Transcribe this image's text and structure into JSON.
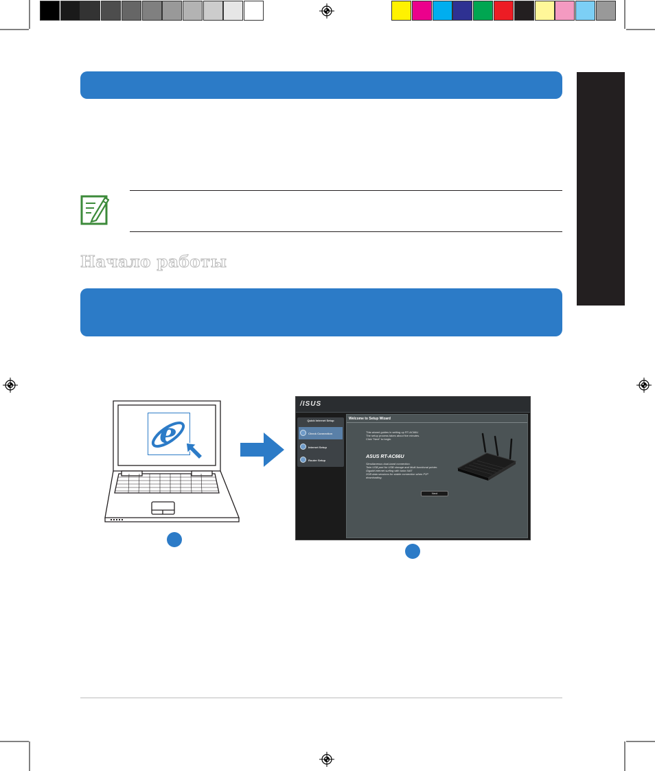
{
  "color_bar": {
    "grays": [
      "#000000",
      "#1a1a1a",
      "#333333",
      "#4d4d4d",
      "#666666",
      "#808080",
      "#999999",
      "#b3b3b3",
      "#cccccc",
      "#e6e6e6",
      "#ffffff"
    ],
    "colors": [
      "#fff200",
      "#ec008c",
      "#00aeef",
      "#2e3192",
      "#00a651",
      "#ed1c24",
      "#231f20",
      "#fff799",
      "#f49ac1",
      "#7ccff5",
      "#999999"
    ]
  },
  "colors": {
    "accent_blue": "#2c7bc7",
    "note_green": "#3c8a3a",
    "heading_outline": "#b9b9b9"
  },
  "heading": {
    "title": "Начало работы"
  },
  "router_ui": {
    "logo": "/ISUS",
    "sidebar": {
      "header": "Quick Internet Setup",
      "items": [
        {
          "label": "Check Connection"
        },
        {
          "label": "Internet Setup"
        },
        {
          "label": "Router Setup"
        }
      ]
    },
    "title": "Welcome to Setup Wizard",
    "intro_lines": [
      "This wizard guides in setting up  RT-AC66U",
      "The setup process takes about five minutes.",
      "Click \"Next\" to begin."
    ],
    "model": "ASUS RT-AC66U",
    "feature_lines": [
      "Simultaneous dual-band connection.",
      "Twin USB port for USB storage and Multi-functional printer.",
      "Gigabit internet surfing with turbo NAT",
      "2GB data sessions for stable connection when P2P",
      "downloading."
    ],
    "next_button": "Next"
  },
  "icons": {
    "note": "note-pencil-icon",
    "browser": "internet-explorer-icon",
    "arrow": "arrow-right-icon",
    "laptop": "laptop-icon",
    "router": "router-icon"
  }
}
